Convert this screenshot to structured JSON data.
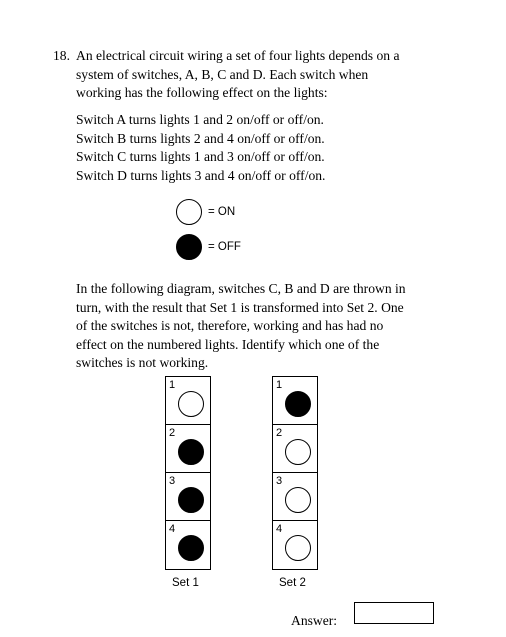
{
  "question": {
    "number": "18.",
    "intro_lines": [
      "An electrical circuit wiring a set of four lights depends on a",
      "system of switches, A, B, C and D. Each switch when",
      "working has the following effect on the lights:"
    ],
    "switch_rules": [
      "Switch A turns lights 1 and 2 on/off or off/on.",
      "Switch B turns lights 2 and 4 on/off or off/on.",
      "Switch C turns lights 1 and 3 on/off or off/on.",
      "Switch D turns lights 3 and 4 on/off or off/on."
    ],
    "legend": {
      "on_label": "= ON",
      "off_label": "= OFF"
    },
    "body_lines": [
      "In the following diagram, switches C, B and D are thrown in",
      "turn, with the result that Set 1 is transformed into Set 2. One",
      "of the switches is not, therefore, working and has had no",
      "effect on the numbered lights. Identify which one of the",
      "switches is not working."
    ],
    "answer_label": "Answer:"
  },
  "sets": [
    {
      "label": "Set 1",
      "lights": [
        {
          "num": "1",
          "state": "on"
        },
        {
          "num": "2",
          "state": "off"
        },
        {
          "num": "3",
          "state": "off"
        },
        {
          "num": "4",
          "state": "off"
        }
      ]
    },
    {
      "label": "Set 2",
      "lights": [
        {
          "num": "1",
          "state": "off"
        },
        {
          "num": "2",
          "state": "on"
        },
        {
          "num": "3",
          "state": "on"
        },
        {
          "num": "4",
          "state": "on"
        }
      ]
    }
  ]
}
